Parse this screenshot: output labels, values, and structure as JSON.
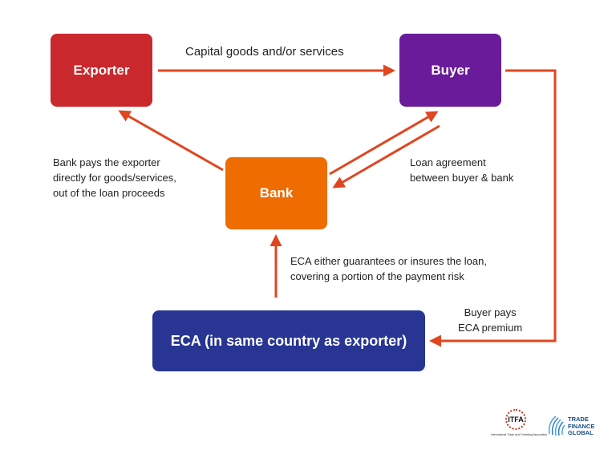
{
  "nodes": {
    "exporter": {
      "label": "Exporter",
      "color": "#c9282d"
    },
    "buyer": {
      "label": "Buyer",
      "color": "#6a1b9a"
    },
    "bank": {
      "label": "Bank",
      "color": "#ef6c00"
    },
    "eca": {
      "label": "ECA (in same country as exporter)",
      "color": "#283593"
    }
  },
  "edges": {
    "capital_goods": "Capital goods and/or services",
    "bank_pays": [
      "Bank pays the exporter",
      "directly for goods/services,",
      "out of the loan proceeds"
    ],
    "loan_agreement": [
      "Loan agreement",
      "between buyer & bank"
    ],
    "eca_guarantee": [
      "ECA either guarantees or insures the loan,",
      "covering a portion of the payment risk"
    ],
    "buyer_pays": [
      "Buyer pays",
      "ECA premium"
    ]
  },
  "arrow_color": "#e0461f",
  "logos": {
    "itfa": {
      "mark": "ITFA",
      "subtitle": "International Trade and Forfaiting Association"
    },
    "tfg": {
      "text": "TRADE\nFINANCE\nGLOBAL"
    }
  }
}
